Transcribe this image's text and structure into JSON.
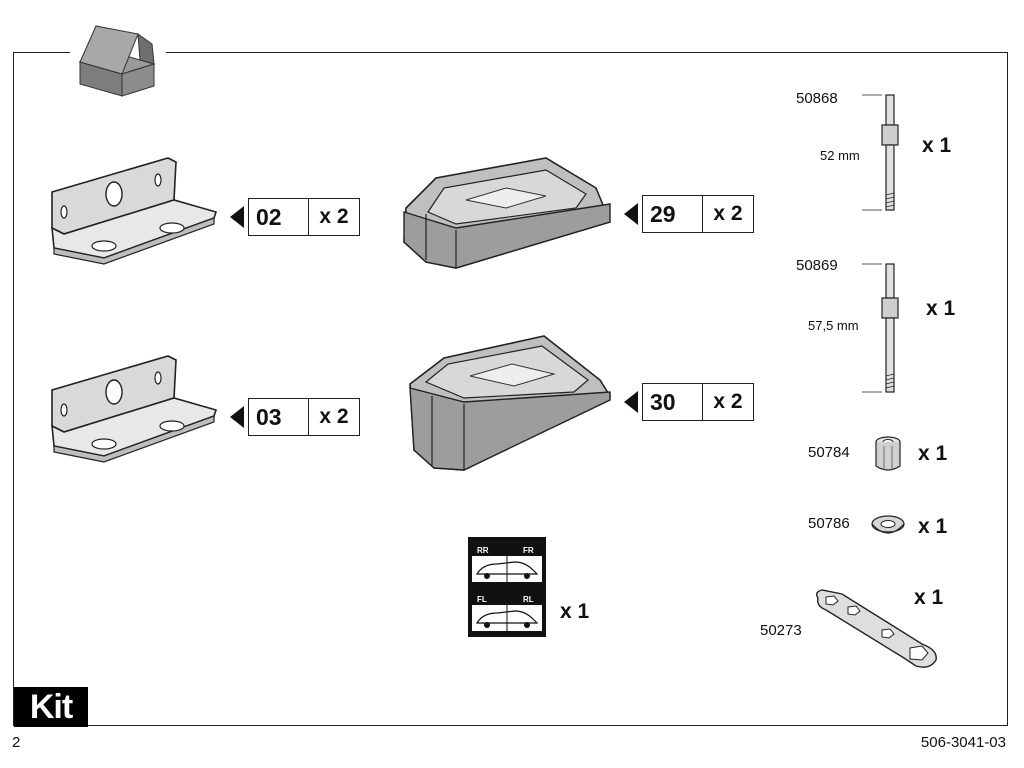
{
  "page": {
    "number": "2",
    "doc_code": "506-3041-03",
    "kit_label": "Kit"
  },
  "labels": [
    {
      "num": "02",
      "qty": "x 2"
    },
    {
      "num": "03",
      "qty": "x 2"
    },
    {
      "num": "29",
      "qty": "x 2"
    },
    {
      "num": "30",
      "qty": "x 2"
    }
  ],
  "hardware": {
    "bolt1": {
      "pn": "50868",
      "dim": "52 mm",
      "qty": "x 1"
    },
    "bolt2": {
      "pn": "50869",
      "dim": "57,5 mm",
      "qty": "x 1"
    },
    "nut": {
      "pn": "50784",
      "qty": "x 1"
    },
    "washer": {
      "pn": "50786",
      "qty": "x 1"
    },
    "wrench": {
      "pn": "50273",
      "qty": "x 1"
    }
  },
  "sticker": {
    "qty": "x 1",
    "top_left": "RR",
    "top_right": "FR",
    "bottom_left": "FL",
    "bottom_right": "RL"
  }
}
